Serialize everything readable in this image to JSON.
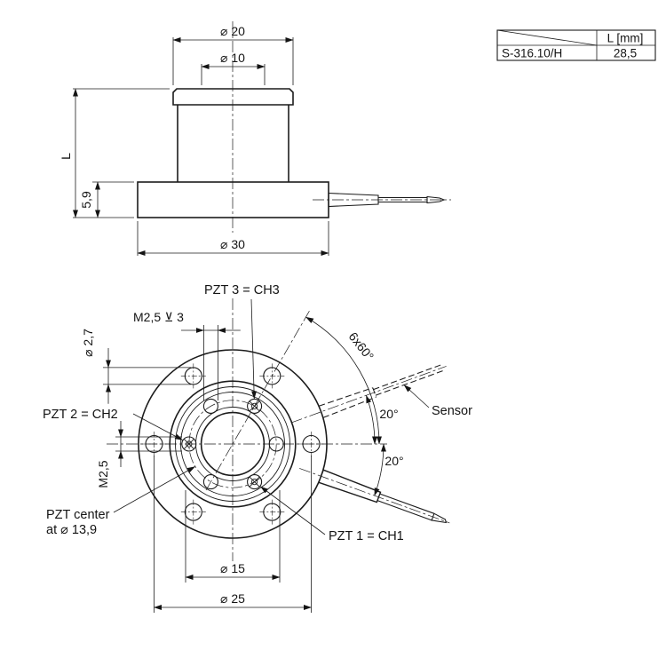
{
  "table": {
    "col_header": "L [mm]",
    "model": "S-316.10/H",
    "length_value": "28,5"
  },
  "side_view": {
    "dia_20": "⌀ 20",
    "dia_10": "⌀ 10",
    "length_label": "L",
    "flange_height": "5,9",
    "dia_30": "⌀ 30"
  },
  "plan_view": {
    "pzt3_label": "PZT 3 = CH3",
    "thread_depth_label": "M2,5 ⊻ 3",
    "hole_dia_label": "⌀ 2,7",
    "pzt2_label": "PZT 2 = CH2",
    "thread_label": "M2,5",
    "pzt_center_line1": "PZT center",
    "pzt_center_line2": "at ⌀ 13,9",
    "pzt1_label": "PZT 1 = CH1",
    "sensor_label": "Sensor",
    "pattern_angle": "6x60°",
    "angle_upper": "20°",
    "angle_lower": "20°",
    "dia_15": "⌀ 15",
    "dia_25": "⌀ 25"
  }
}
